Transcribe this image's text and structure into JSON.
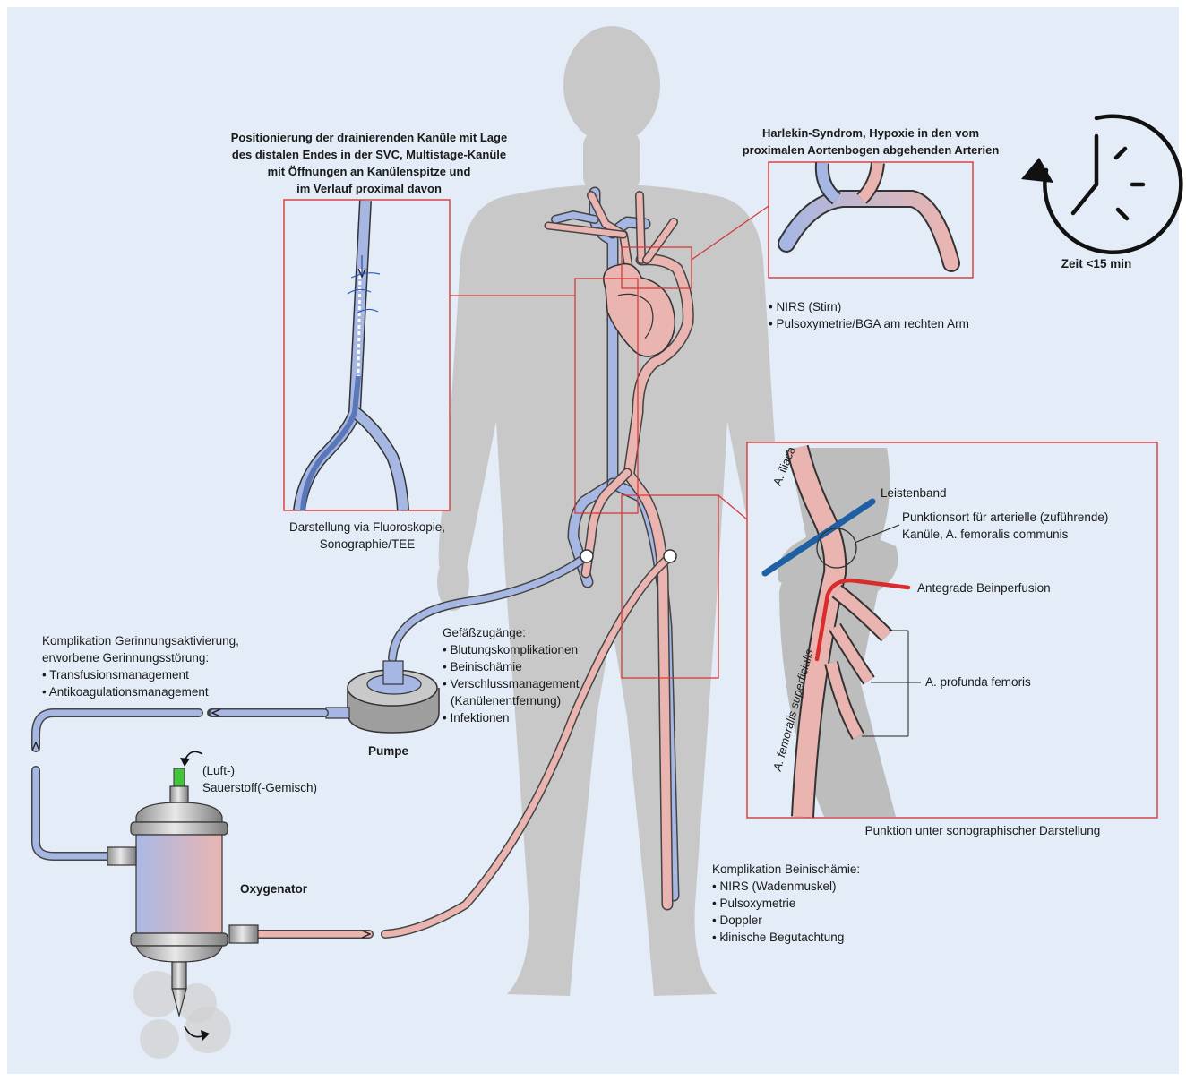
{
  "colors": {
    "background": "#e3ecf7",
    "silhouette": "#c8c8c8",
    "vein": "#a7b7e3",
    "artery": "#eab5b0",
    "frame": "#d63a3a",
    "ligament": "#1f5fa3",
    "perfusion": "#d92c2c"
  },
  "drainage_cannula": {
    "title_lines": [
      "Positionierung der drainierenden Kanüle mit Lage",
      "des distalen Endes in der SVC, Multistage-Kanüle",
      "mit Öffnungen an Kanülenspitze und",
      "im Verlauf proximal davon"
    ],
    "imaging_lines": [
      "Darstellung via Fluoroskopie,",
      "Sonographie/TEE"
    ]
  },
  "harlequin": {
    "title_lines": [
      "Harlekin-Syndrom, Hypoxie in den vom",
      "proximalen Aortenbogen abgehenden Arterien"
    ],
    "monitoring": [
      "NIRS (Stirn)",
      "Pulsoxymetrie/BGA am rechten Arm"
    ]
  },
  "timer": {
    "icon": "clock-icon",
    "label": "Zeit <15 min"
  },
  "puncture": {
    "vessel_iliaca": "A. iliaca",
    "vessel_superficialis": "A. femoralis superficialis",
    "ligament": "Leistenband",
    "site_lines": [
      "Punktionsort für arterielle (zuführende)",
      "Kanüle, A. femoralis communis"
    ],
    "perfusion": "Antegrade Beinperfusion",
    "profunda": "A. profunda femoris",
    "caption": "Punktion unter sonographischer Darstellung"
  },
  "vascular_access": {
    "heading": "Gefäßzugänge:",
    "items": [
      "Blutungskomplikationen",
      "Beinischämie",
      "Verschlussmanagement"
    ],
    "item3_continuation": "(Kanülenentfernung)",
    "item4": "Infektionen"
  },
  "coagulation": {
    "heading_lines": [
      "Komplikation Gerinnungsaktivierung,",
      "erworbene Gerinnungsstörung:"
    ],
    "items": [
      "Transfusionsmanagement",
      "Antikoagulationsmanagement"
    ]
  },
  "pump": {
    "label": "Pumpe"
  },
  "oxygenator": {
    "label": "Oxygenator",
    "gas_lines": [
      "(Luft-)",
      "Sauerstoff(-Gemisch)"
    ]
  },
  "leg_ischemia": {
    "heading": "Komplikation Beinischämie:",
    "items": [
      "NIRS (Wadenmuskel)",
      "Pulsoxymetrie",
      "Doppler",
      "klinische Begutachtung"
    ]
  }
}
